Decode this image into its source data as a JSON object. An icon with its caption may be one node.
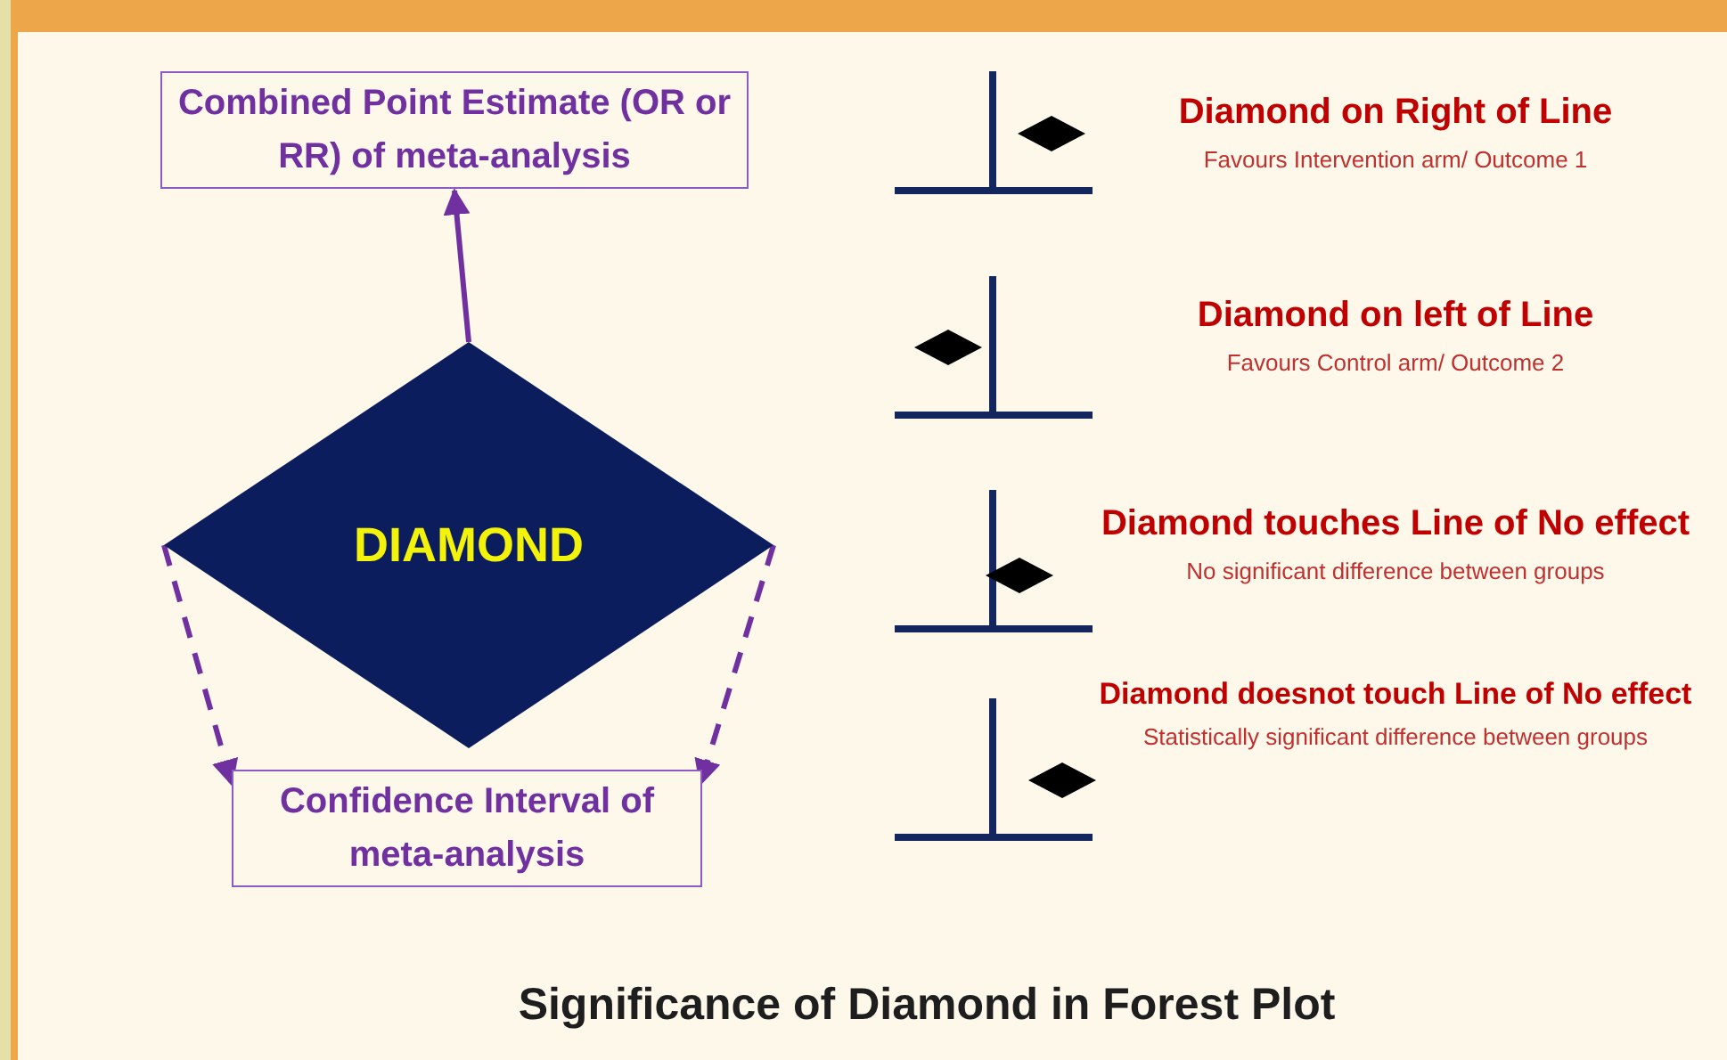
{
  "diagram": {
    "caption": "Significance of Diamond in Forest Plot",
    "nodes": [
      {
        "text": [
          "Combined Point Estimate (OR or RR) of meta-analysis"
        ]
      },
      {
        "text": [
          "DIAMOND"
        ]
      },
      {
        "text": [
          "Confidence Interval of meta-analysis"
        ]
      }
    ],
    "edges": [
      {
        "from": 1,
        "to": 0,
        "arrow": "to"
      },
      {
        "from": 1,
        "to": 2,
        "arrow": "to",
        "style": "dashed"
      },
      {
        "from": 1,
        "to": 2,
        "arrow": "to",
        "style": "dashed"
      }
    ],
    "labels": [
      "Diamond on Right of Line",
      "Favours Intervention arm/ Outcome 1",
      "Diamond on left of Line",
      "Favours Control arm/ Outcome 2",
      "Diamond touches Line of No effect",
      "No significant difference between groups",
      "Diamond doesnot touch Line of No effect",
      "Statistically significant difference between groups"
    ]
  }
}
